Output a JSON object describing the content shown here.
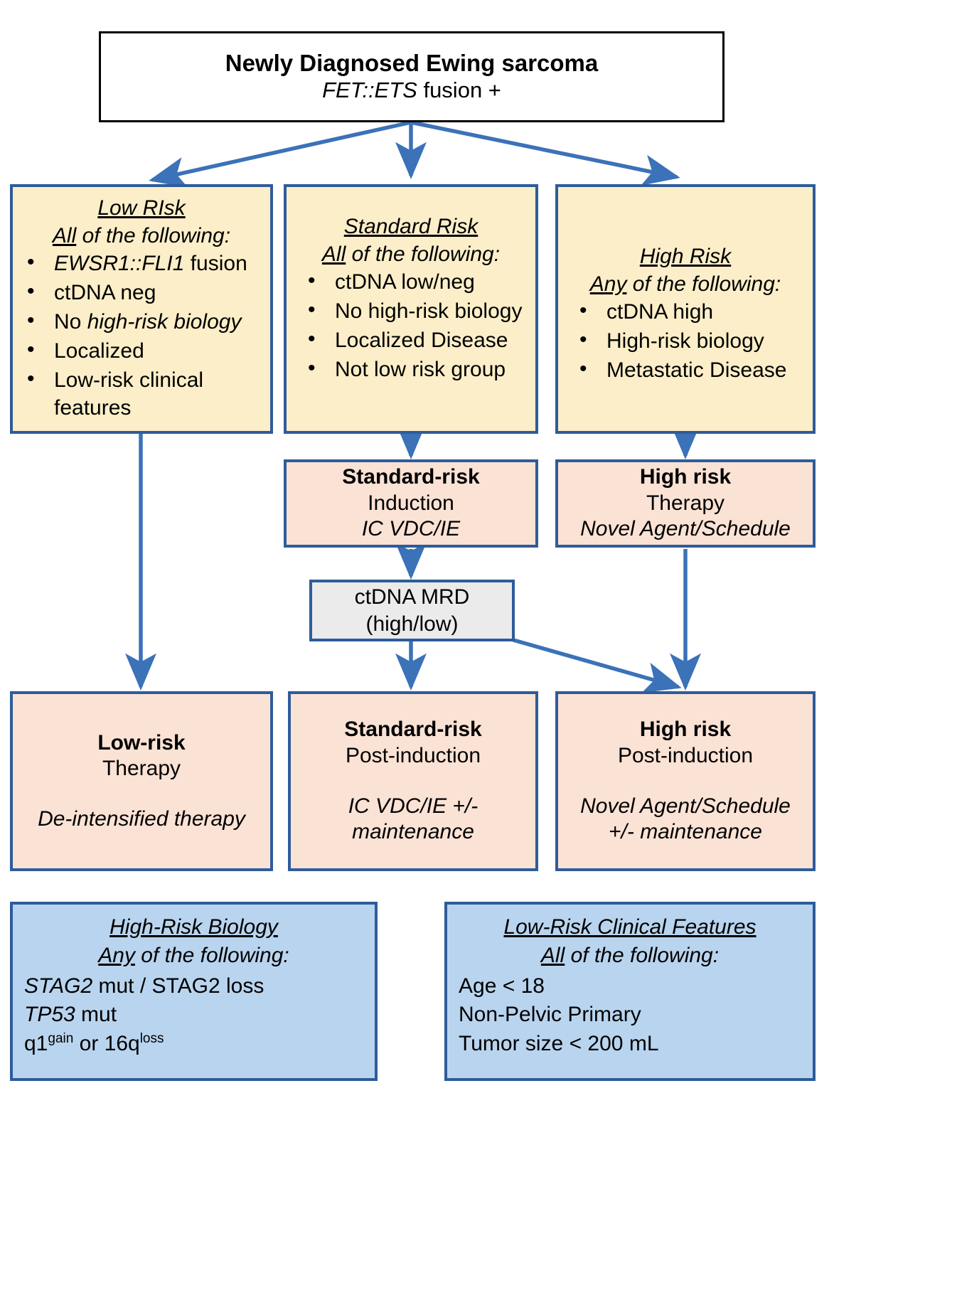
{
  "diagram": {
    "title_box": {
      "line1": "Newly Diagnosed Ewing sarcoma",
      "line2_italic": "FET::ETS",
      "line2_rest": " fusion +"
    },
    "criteria": [
      {
        "name": "low-risk-criteria",
        "heading": "Low RIsk",
        "qualifier_word": "All",
        "qualifier_rest": " of the following:",
        "items": [
          {
            "italic_prefix": "EWSR1::FLI1",
            "rest": " fusion"
          },
          {
            "italic_prefix": "",
            "rest": "ctDNA neg"
          },
          {
            "italic_prefix": "",
            "rest": "No ",
            "italic_suffix": "high-risk biology"
          },
          {
            "italic_prefix": "",
            "rest": "Localized"
          },
          {
            "italic_prefix": "",
            "rest": "Low-risk clinical features"
          }
        ]
      },
      {
        "name": "standard-risk-criteria",
        "heading": "Standard Risk",
        "qualifier_word": "All",
        "qualifier_rest": " of the following:",
        "items": [
          {
            "italic_prefix": "",
            "rest": "ctDNA low/neg"
          },
          {
            "italic_prefix": "",
            "rest": "No high-risk biology"
          },
          {
            "italic_prefix": "",
            "rest": "Localized Disease"
          },
          {
            "italic_prefix": "",
            "rest": "Not low risk group"
          }
        ]
      },
      {
        "name": "high-risk-criteria",
        "heading": "High Risk",
        "qualifier_word": "Any",
        "qualifier_rest": " of the following:",
        "items": [
          {
            "italic_prefix": "",
            "rest": "ctDNA high"
          },
          {
            "italic_prefix": "",
            "rest": "High-risk biology"
          },
          {
            "italic_prefix": "",
            "rest": "Metastatic Disease"
          }
        ]
      }
    ],
    "induction": {
      "standard": {
        "line1": "Standard-risk",
        "line2": "Induction",
        "line3_italic": "IC VDC/IE"
      },
      "high": {
        "line1": "High risk",
        "line2": "Therapy",
        "line3_italic": "Novel Agent/Schedule"
      }
    },
    "mrd": {
      "line1": "ctDNA MRD",
      "line2": "(high/low)"
    },
    "outcomes": [
      {
        "name": "low-risk-therapy",
        "line1": "Low-risk",
        "line2": "Therapy",
        "line3_italic": "De-intensified therapy",
        "line4_italic": ""
      },
      {
        "name": "standard-risk-post-induction",
        "line1": "Standard-risk",
        "line2": "Post-induction",
        "line3_italic": "IC VDC/IE +/-",
        "line4_italic": "maintenance"
      },
      {
        "name": "high-risk-post-induction",
        "line1": "High risk",
        "line2": "Post-induction",
        "line3_italic": "Novel Agent/Schedule",
        "line4_italic": "+/- maintenance"
      }
    ],
    "legends": [
      {
        "name": "high-risk-biology-legend",
        "heading": "High-Risk Biology",
        "qualifier_word": "Any",
        "qualifier_rest": " of the following:",
        "lines": [
          {
            "italic": "STAG2",
            "plain": " mut / STAG2 loss",
            "sup": "",
            "tail": ""
          },
          {
            "italic": "TP53",
            "plain": " mut",
            "sup": "",
            "tail": ""
          },
          {
            "italic": "",
            "plain": "q1",
            "sup": "gain",
            "tail": " or 16q",
            "sup2": "loss"
          }
        ]
      },
      {
        "name": "low-risk-clinical-features-legend",
        "heading": "Low-Risk Clinical Features",
        "qualifier_word": "All",
        "qualifier_rest": " of the following:",
        "lines": [
          {
            "italic": "",
            "plain": "Age < 18",
            "sup": "",
            "tail": ""
          },
          {
            "italic": "",
            "plain": "Non-Pelvic Primary",
            "sup": "",
            "tail": ""
          },
          {
            "italic": "",
            "plain": "Tumor size < 200 mL",
            "sup": "",
            "tail": ""
          }
        ]
      }
    ],
    "colors": {
      "arrow": "#3b72b8",
      "box_border": "#2e5c9a",
      "criteria_fill": "#fbeec8",
      "therapy_fill": "#fae2d5",
      "mrd_fill": "#ebebeb",
      "legend_fill": "#b9d4ee",
      "title_border": "#000000"
    }
  }
}
